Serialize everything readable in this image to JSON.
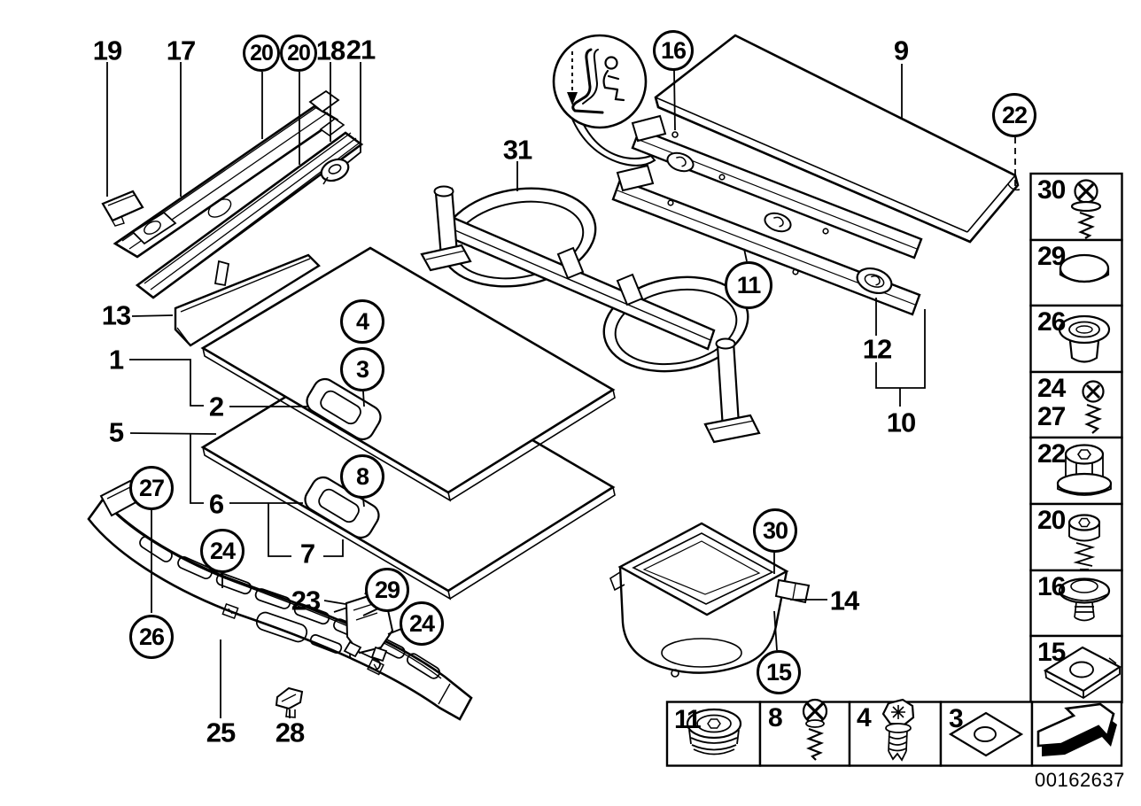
{
  "page": {
    "background": "#ffffff",
    "ink": "#000000",
    "image_number": "00162637"
  },
  "callouts": {
    "plain": [
      {
        "id": "19",
        "label": "19"
      },
      {
        "id": "17",
        "label": "17"
      },
      {
        "id": "18",
        "label": "18"
      },
      {
        "id": "21",
        "label": "21"
      },
      {
        "id": "31",
        "label": "31"
      },
      {
        "id": "9",
        "label": "9"
      },
      {
        "id": "12",
        "label": "12"
      },
      {
        "id": "10",
        "label": "10"
      },
      {
        "id": "13",
        "label": "13"
      },
      {
        "id": "1",
        "label": "1"
      },
      {
        "id": "2",
        "label": "2"
      },
      {
        "id": "5",
        "label": "5"
      },
      {
        "id": "6",
        "label": "6"
      },
      {
        "id": "7",
        "label": "7"
      },
      {
        "id": "23",
        "label": "23"
      },
      {
        "id": "25",
        "label": "25"
      },
      {
        "id": "28",
        "label": "28"
      },
      {
        "id": "14",
        "label": "14"
      }
    ],
    "circled": [
      {
        "id": "20a",
        "label": "20"
      },
      {
        "id": "20b",
        "label": "20"
      },
      {
        "id": "16",
        "label": "16"
      },
      {
        "id": "22",
        "label": "22"
      },
      {
        "id": "11",
        "label": "11"
      },
      {
        "id": "4",
        "label": "4"
      },
      {
        "id": "3",
        "label": "3"
      },
      {
        "id": "8",
        "label": "8"
      },
      {
        "id": "27",
        "label": "27"
      },
      {
        "id": "24a",
        "label": "24"
      },
      {
        "id": "26",
        "label": "26"
      },
      {
        "id": "29",
        "label": "29"
      },
      {
        "id": "24b",
        "label": "24"
      },
      {
        "id": "30",
        "label": "30"
      },
      {
        "id": "15",
        "label": "15"
      }
    ]
  },
  "sidebar": {
    "rows": [
      {
        "labels": [
          "30"
        ],
        "icon": "screw-with-washer-icon"
      },
      {
        "labels": [
          "29"
        ],
        "icon": "cover-cap-icon"
      },
      {
        "labels": [
          "26"
        ],
        "icon": "expanding-grommet-icon"
      },
      {
        "labels": [
          "24",
          "27"
        ],
        "icon": "tapping-screw-icon"
      },
      {
        "labels": [
          "22"
        ],
        "icon": "collar-nut-icon"
      },
      {
        "labels": [
          "20"
        ],
        "icon": "socket-head-bolt-icon"
      },
      {
        "labels": [
          "16"
        ],
        "icon": "push-rivet-icon"
      },
      {
        "labels": [
          "15"
        ],
        "icon": "speed-nut-icon"
      }
    ]
  },
  "bottom_row": {
    "cells": [
      {
        "label": "11",
        "icon": "sealing-plug-icon"
      },
      {
        "label": "8",
        "icon": "pan-head-screw-icon"
      },
      {
        "label": "4",
        "icon": "hex-bolt-icon"
      },
      {
        "label": "3",
        "icon": "square-washer-icon"
      }
    ]
  },
  "legend": {
    "arrow_icon": "continuation-arrow-icon",
    "balloon_icon": "child-seat-isofix-icon"
  }
}
